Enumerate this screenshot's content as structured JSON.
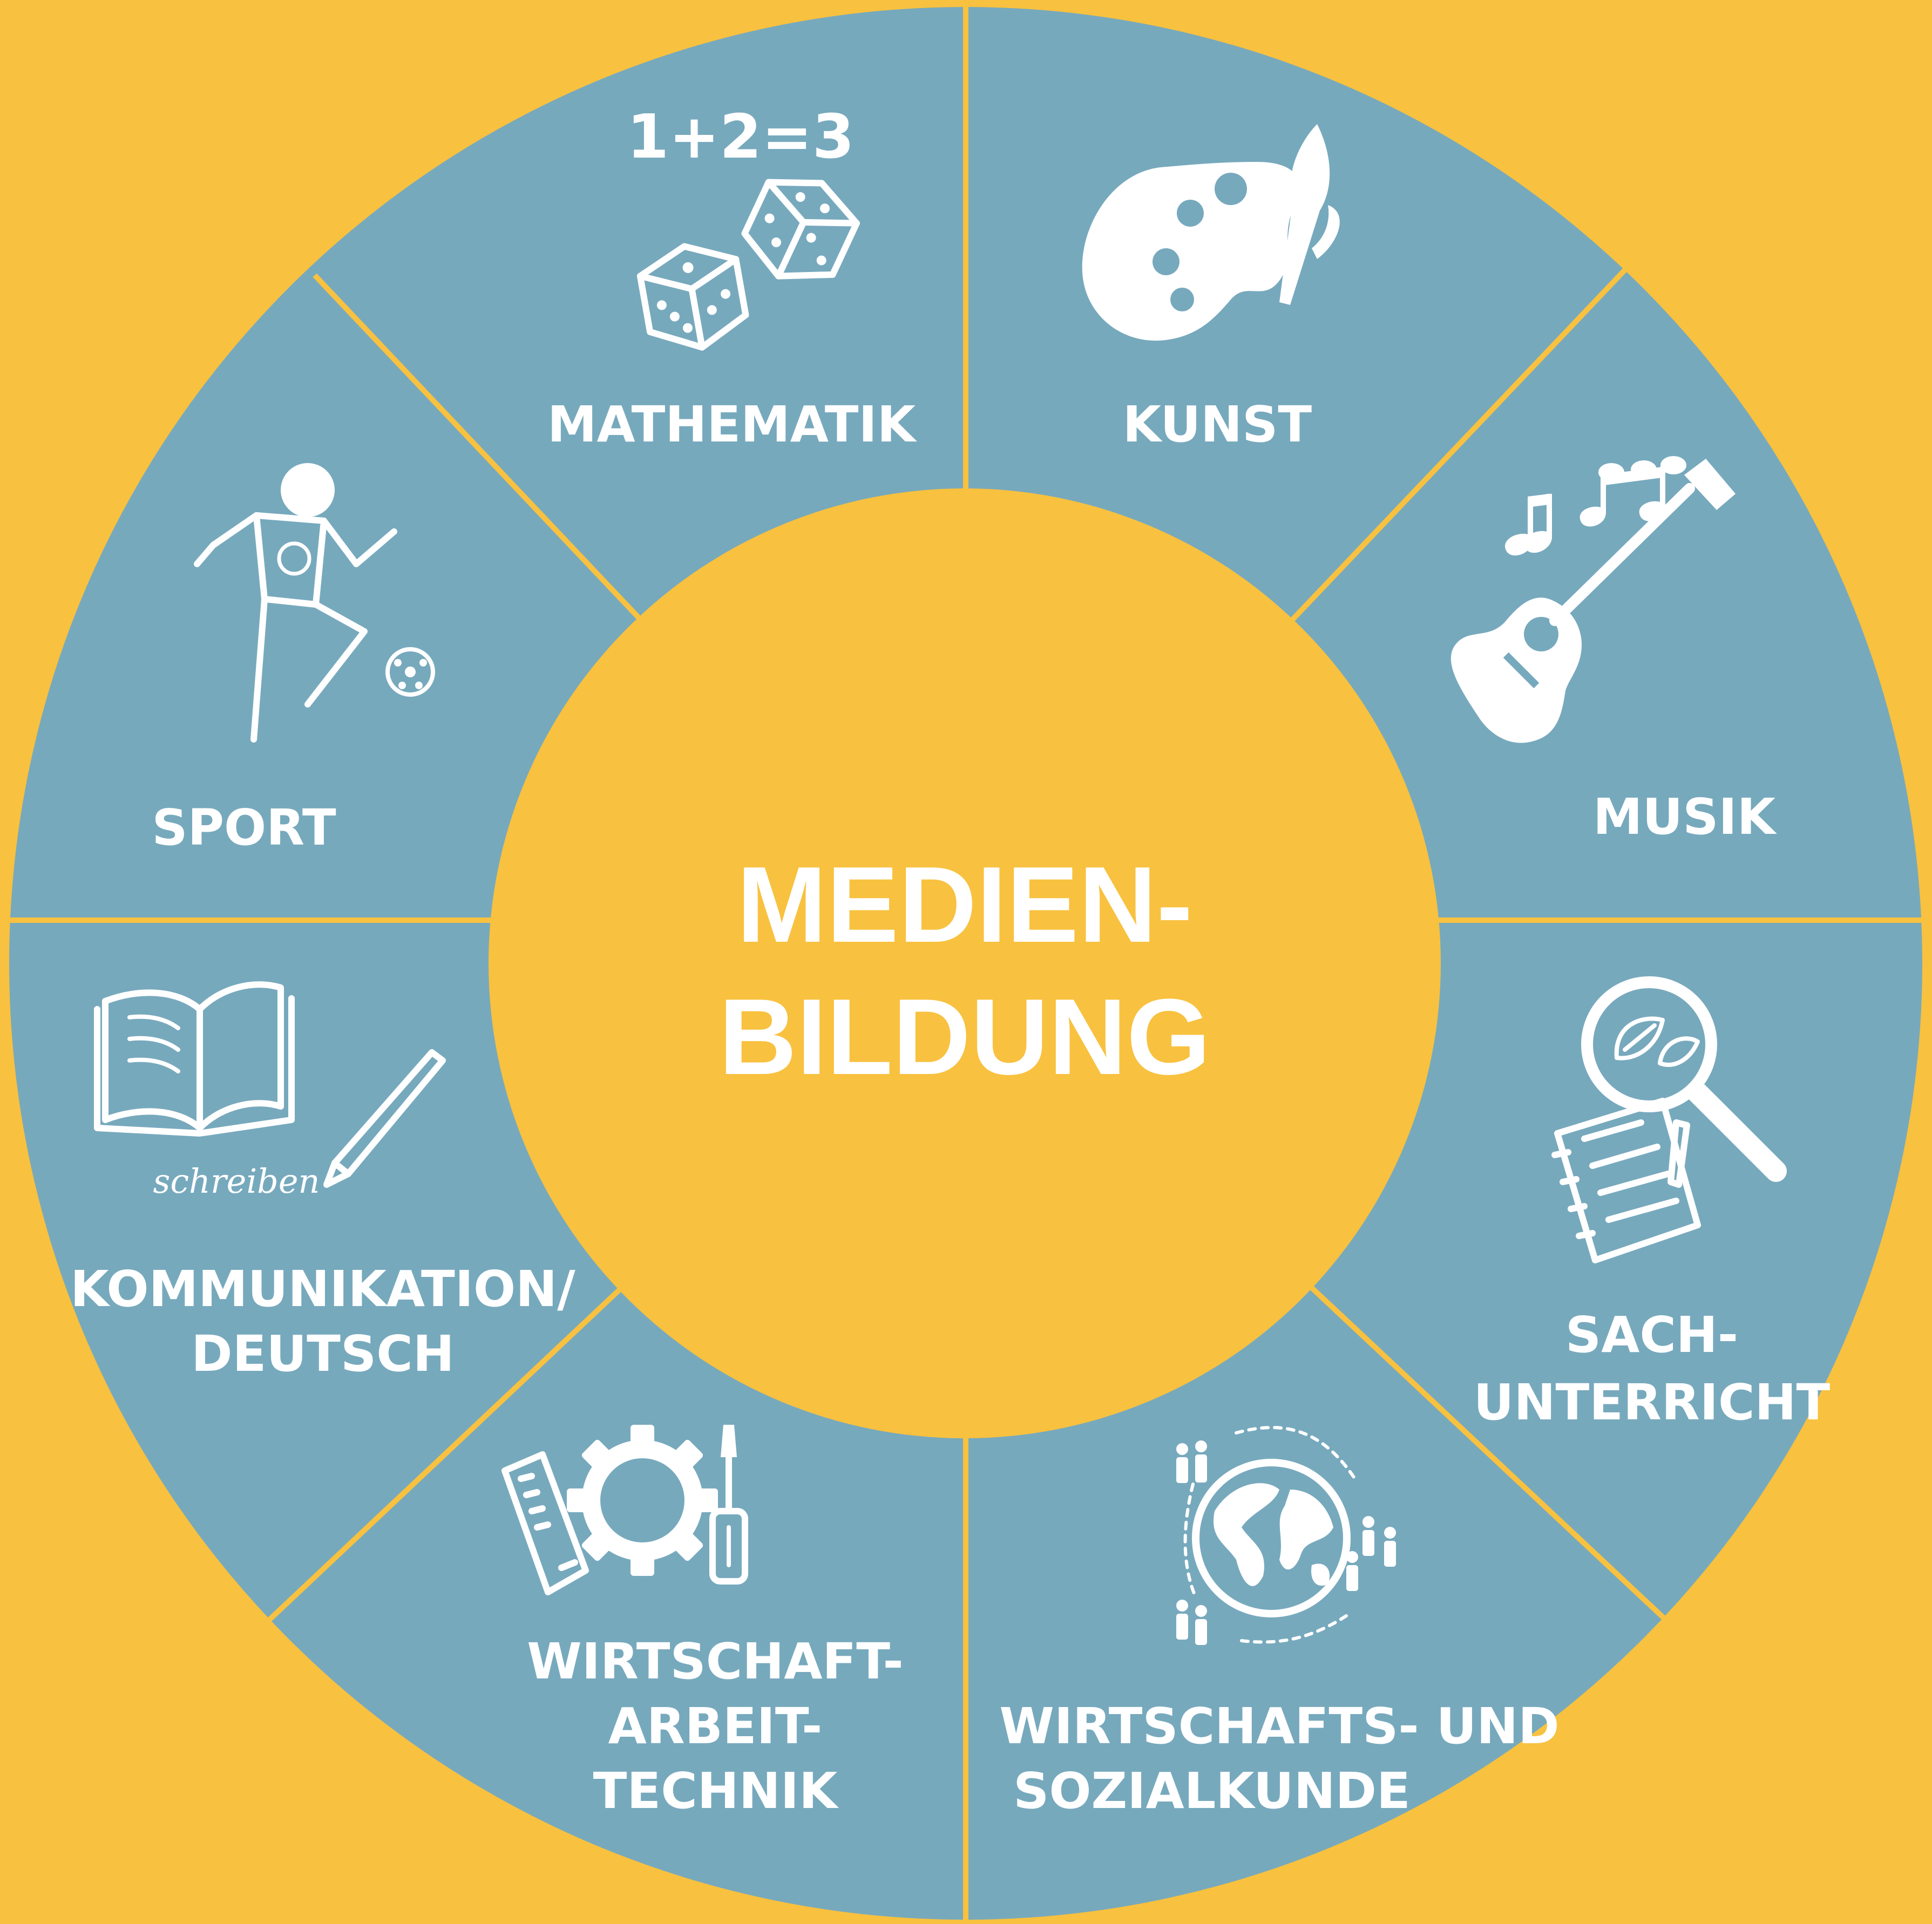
{
  "colors": {
    "background": "#f8c13f",
    "segment": "#77a9bd",
    "divider": "#f8c13f",
    "text": "#ffffff"
  },
  "center": {
    "line1": "MEDIEN-",
    "line2": "BILDUNG"
  },
  "segments": [
    {
      "id": "mathematik",
      "icon": "dice-icon",
      "lines": [
        "MATHEMATIK"
      ],
      "extra_text": "1+2=3"
    },
    {
      "id": "kunst",
      "icon": "palette-icon",
      "lines": [
        "KUNST"
      ]
    },
    {
      "id": "musik",
      "icon": "guitar-icon",
      "lines": [
        "MUSIK"
      ]
    },
    {
      "id": "sachunterricht",
      "icon": "magnifier-icon",
      "lines": [
        "SACH-",
        "UNTERRICHT"
      ]
    },
    {
      "id": "wirtschaft-sozialkunde",
      "icon": "globe-icon",
      "lines": [
        "WIRTSCHAFTS- UND",
        "SOZIALKUNDE"
      ]
    },
    {
      "id": "wat",
      "icon": "tools-icon",
      "lines": [
        "WIRTSCHAFT-",
        "ARBEIT-",
        "TECHNIK"
      ]
    },
    {
      "id": "kommunikation",
      "icon": "book-icon",
      "lines": [
        "KOMMUNIKATION/",
        "DEUTSCH"
      ],
      "extra_text": "schreiben"
    },
    {
      "id": "sport",
      "icon": "soccer-player-icon",
      "lines": [
        "SPORT"
      ]
    }
  ]
}
